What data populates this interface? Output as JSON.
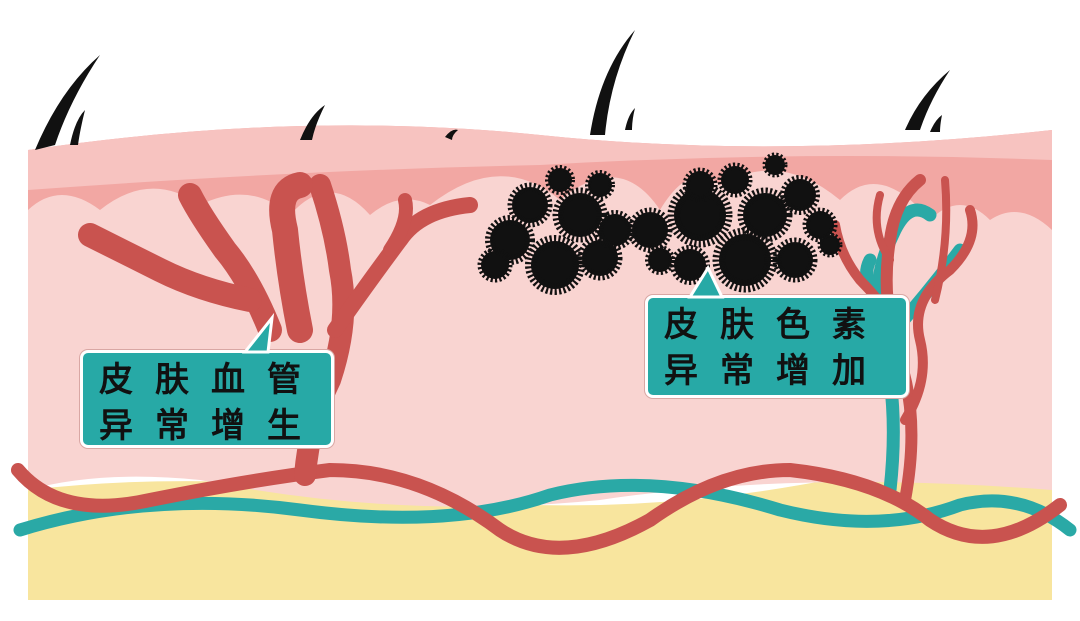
{
  "title": "Skin cross-section diagram",
  "labels": {
    "vessels": {
      "line1": "皮肤血管",
      "line2": "异常增生"
    },
    "pigment": {
      "line1": "皮肤色素",
      "line2": "异常增加"
    }
  },
  "colors": {
    "epidermis": "#f2a7a3",
    "surface": "#f7c3c0",
    "dermis": "#f9d4d1",
    "fat": "#f8e59e",
    "artery": "#c9534f",
    "vein": "#2aa9a6",
    "melanin": "#111111",
    "label_bg": "#27a9a6"
  }
}
